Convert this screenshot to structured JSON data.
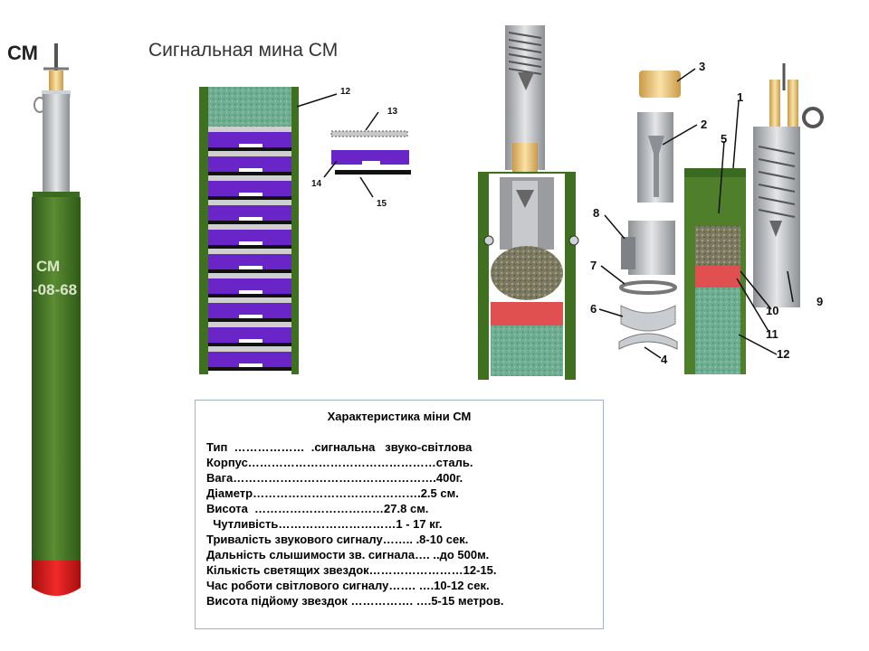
{
  "mine_label": "СМ",
  "page_title": "Сигнальная мина СМ",
  "body_marking": [
    "СМ",
    "-08-68"
  ],
  "callouts": {
    "left_section": [
      "12",
      "13",
      "14",
      "15"
    ],
    "exploded": [
      "1",
      "2",
      "3",
      "4",
      "5",
      "6",
      "7",
      "8",
      "9",
      "10",
      "11",
      "12"
    ]
  },
  "spec": {
    "title": "Характеристика міни  СМ",
    "lines": [
      "Тип  ………………  .сигнальна   звуко-світлова",
      "Корпус…………………………………………сталь.",
      "Вага…………………………………………….400г.",
      "Діаметр…………………………………….2.5 см.",
      "Висота  ……………………………27.8 см.",
      "  Чутливість…………………………1 - 17 кг.",
      "Тривалість звукового сигналу…….. .8-10 сек.",
      "Дальність слышимости зв. сигнала…. ..до 500м.",
      "Кількість светящих звездок……………………12-15.",
      "Час роботи світлового сигналу……. ….10-12 сек.",
      "Висота підйому звездок ……………. ….5-15 метров."
    ]
  },
  "colors": {
    "body_green": "#4f7f2a",
    "dark_green": "#2f5a18",
    "star_purple": "#6a25c8",
    "cap_red": "#e01818",
    "grey_steel": "#b8babd",
    "powder_grey": "#8a8a72",
    "compound_green": "#6fae92",
    "red_layer": "#e05050",
    "brass": "#f0d08a"
  }
}
